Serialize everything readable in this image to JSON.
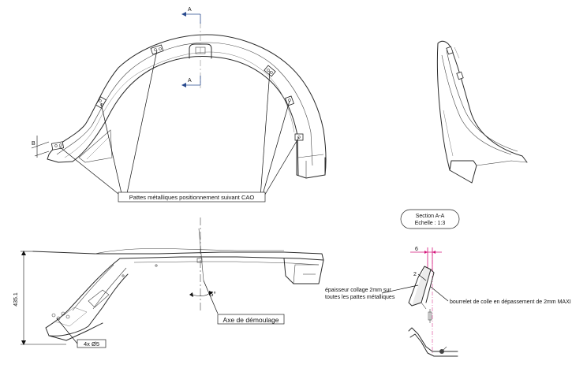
{
  "drawing": {
    "section_marker_letter": "A",
    "section_marker_letter_lower": "A",
    "detail_marker": "B",
    "callout_pads": "Pattes métalliques positionnement suivant CAO",
    "section_title_line1": "Section A-A",
    "section_title_line2": "Echelle :  1:3",
    "dimension_height": "435.1",
    "angle_label": "5°",
    "demould_axis_label": "Axe de démoulage",
    "holes_label": "4x Ø5",
    "dim_top_section": "6",
    "dim_small_section": "2",
    "glue_thickness_note_line1": "épaisseur collage 2mm sur",
    "glue_thickness_note_line2": "toutes les pattes métalliques",
    "glue_bead_note": "bourrelet de colle en dépassement de 2mm MAXI"
  },
  "colors": {
    "line": "#2b2b2b",
    "section_arrow": "#2a4b8f",
    "dimension_accent": "#d4147a"
  }
}
